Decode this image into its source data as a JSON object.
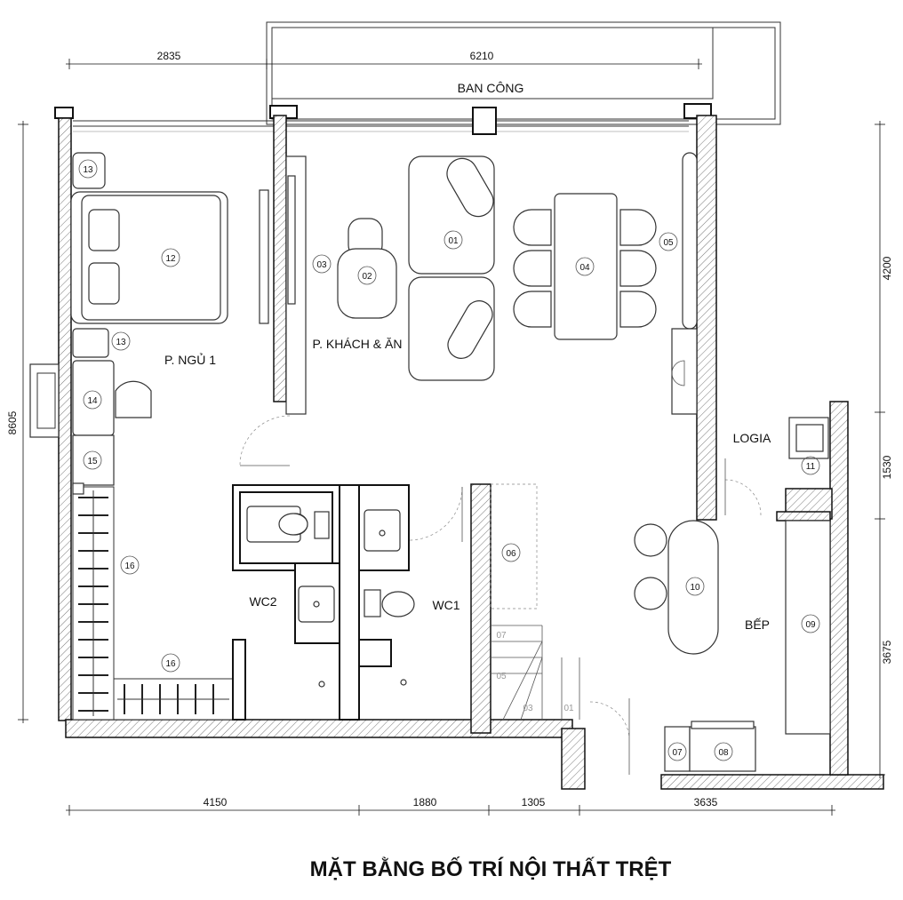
{
  "title": "MẶT BẰNG BỐ TRÍ NỘI THẤT TRỆT",
  "rooms": {
    "balcony": "BAN CÔNG",
    "bedroom": "P. NGỦ 1",
    "living": "P. KHÁCH & ĂN",
    "logia": "LOGIA",
    "kitchen": "BẾP",
    "wc1": "WC1",
    "wc2": "WC2"
  },
  "dimensions": {
    "top_1": "2835",
    "top_2": "6210",
    "bottom_1": "4150",
    "bottom_2": "1880",
    "bottom_3": "1305",
    "bottom_4": "3635",
    "left": "8605",
    "right_1": "4200",
    "right_2": "1530",
    "right_3": "3675"
  },
  "tags": {
    "t01": "01",
    "t02": "02",
    "t03": "03",
    "t04": "04",
    "t05": "05",
    "t06": "06",
    "t07": "07",
    "t08": "08",
    "t09": "09",
    "t10": "10",
    "t11": "11",
    "t12": "12",
    "t13a": "13",
    "t13b": "13",
    "t14": "14",
    "t15": "15",
    "t16a": "16",
    "t16b": "16"
  },
  "stairs": {
    "s07": "07",
    "s05": "05",
    "s03": "03",
    "s01": "01"
  }
}
